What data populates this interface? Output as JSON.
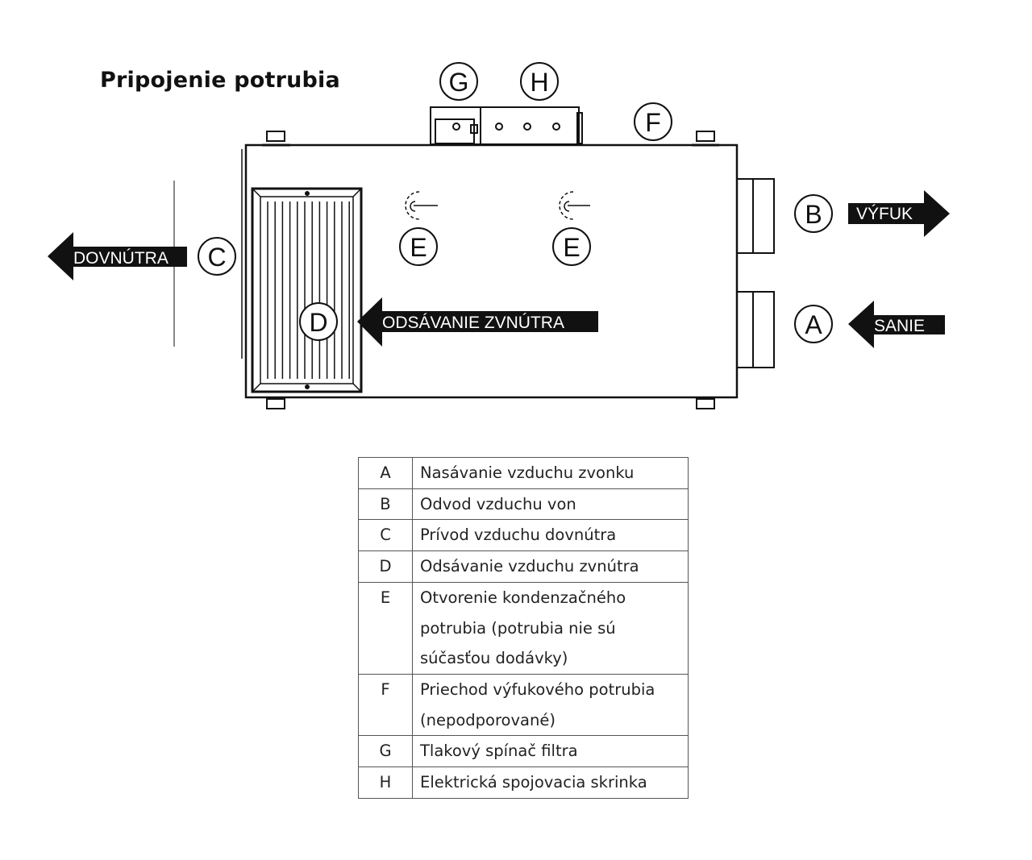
{
  "title": "Pripojenie potrubia",
  "callouts": {
    "A": "A",
    "B": "B",
    "C": "C",
    "D": "D",
    "E": "E",
    "F": "F",
    "G": "G",
    "H": "H"
  },
  "arrows": {
    "vyfuk": "VÝFUK",
    "sanie": "SANIE",
    "dovnutra": "DOVNÚTRA",
    "odsavanie": "ODSÁVANIE ZVNÚTRA"
  },
  "legend": [
    {
      "code": "A",
      "desc": "Nasávanie vzduchu zvonku"
    },
    {
      "code": "B",
      "desc": "Odvod vzduchu von"
    },
    {
      "code": "C",
      "desc": "Prívod vzduchu dovnútra"
    },
    {
      "code": "D",
      "desc": "Odsávanie vzduchu zvnútra"
    },
    {
      "code": "E",
      "desc": "Otvorenie kondenzačného potrubia (potrubia nie sú súčasťou dodávky)"
    },
    {
      "code": "F",
      "desc": "Priechod výfukového potrubia (nepodporované)"
    },
    {
      "code": "G",
      "desc": "Tlakový spínač filtra"
    },
    {
      "code": "H",
      "desc": "Elektrická spojovacia skrinka"
    }
  ],
  "colors": {
    "ink": "#111111",
    "paper": "#ffffff"
  }
}
